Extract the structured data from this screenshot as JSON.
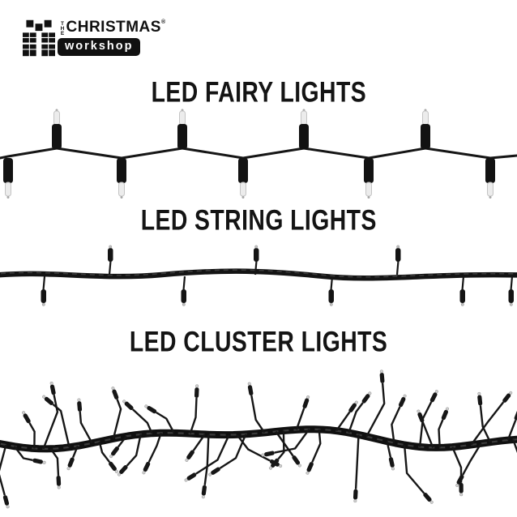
{
  "logo": {
    "the": "THE",
    "christmas": "CHRISTMAS",
    "registered": "®",
    "workshop": "workshop"
  },
  "sections": [
    {
      "title": "LED FAIRY LIGHTS"
    },
    {
      "title": "LED STRING LIGHTS"
    },
    {
      "title": "LED CLUSTER LIGHTS"
    }
  ],
  "colors": {
    "background": "#ffffff",
    "text": "#141414",
    "wire": "#141414",
    "bulb_tip": "#c9c9c9"
  }
}
